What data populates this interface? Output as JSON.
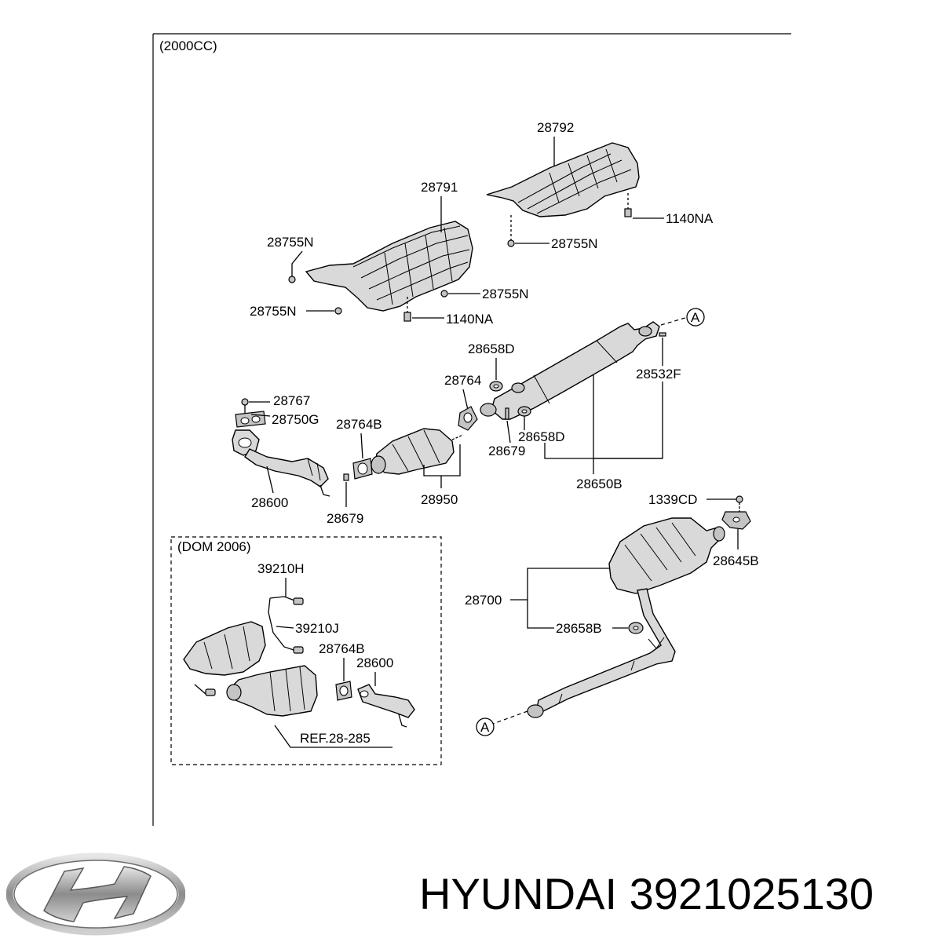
{
  "diagram": {
    "engine_label": "(2000CC)",
    "variant_label": "(DOM 2006)",
    "reference_label": "REF.28-285",
    "circle_ref": "A",
    "parts": {
      "p28792": "28792",
      "p28791": "28791",
      "p1140na_top": "1140NA",
      "p28755n_top": "28755N",
      "p28755n_left": "28755N",
      "p28755n_mid": "28755N",
      "p28755n_low": "28755N",
      "p1140na_low": "1140NA",
      "p28658d_top": "28658D",
      "p28532f": "28532F",
      "p28764": "28764",
      "p28767": "28767",
      "p28750g": "28750G",
      "p28764b": "28764B",
      "p28658d_low": "28658D",
      "p28679_mid": "28679",
      "p28650b": "28650B",
      "p28600": "28600",
      "p28950": "28950",
      "p28679_low": "28679",
      "p1339cd": "1339CD",
      "p28645b": "28645B",
      "p39210h": "39210H",
      "p39210j": "39210J",
      "p28764b_inset": "28764B",
      "p28600_inset": "28600",
      "p28700": "28700",
      "p28658b": "28658B"
    }
  },
  "footer": {
    "brand": "HYUNDAI",
    "part_number": "3921025130"
  }
}
